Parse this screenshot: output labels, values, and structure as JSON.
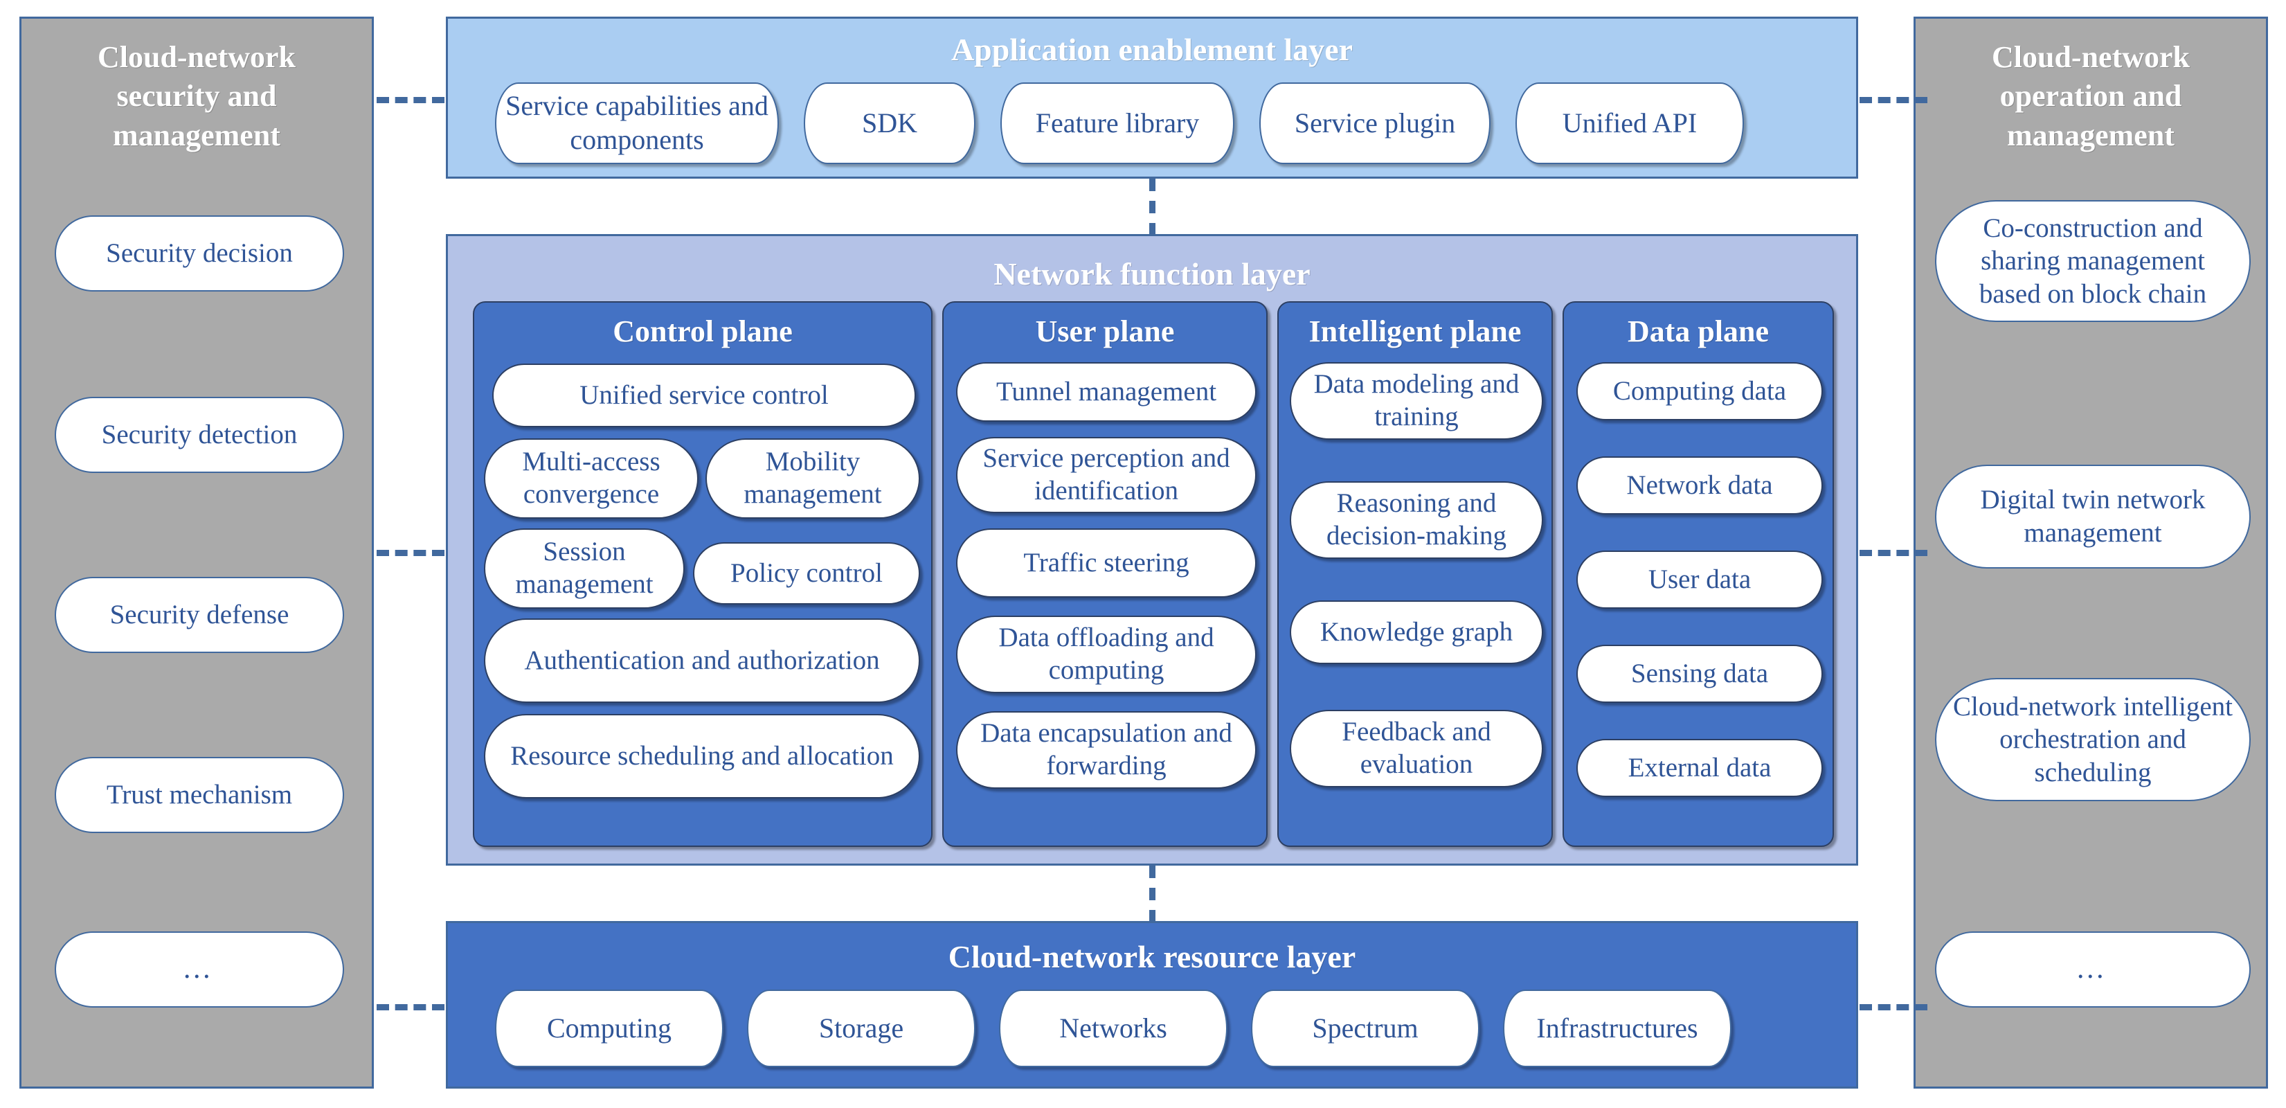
{
  "left_panel": {
    "title": "Cloud-network security and management",
    "items": [
      {
        "label": "Security decision"
      },
      {
        "label": "Security detection"
      },
      {
        "label": "Security defense"
      },
      {
        "label": "Trust mechanism"
      },
      {
        "label": "…"
      }
    ]
  },
  "right_panel": {
    "title": "Cloud-network operation and management",
    "items": [
      {
        "label": "Co-construction and sharing management based on block chain"
      },
      {
        "label": "Digital twin network management"
      },
      {
        "label": "Cloud-network intelligent orchestration and scheduling"
      },
      {
        "label": "…"
      }
    ]
  },
  "application_layer": {
    "title": "Application enablement layer",
    "items": [
      {
        "label": "Service capabilities and components"
      },
      {
        "label": "SDK"
      },
      {
        "label": "Feature library"
      },
      {
        "label": "Service plugin"
      },
      {
        "label": "Unified API"
      }
    ]
  },
  "network_function_layer": {
    "title": "Network function layer",
    "planes": [
      {
        "name": "Control plane",
        "items": [
          {
            "label": "Unified service control"
          },
          {
            "label": "Multi-access convergence"
          },
          {
            "label": "Mobility management"
          },
          {
            "label": "Session management"
          },
          {
            "label": "Policy control"
          },
          {
            "label": "Authentication and authorization"
          },
          {
            "label": "Resource scheduling and allocation"
          }
        ]
      },
      {
        "name": "User plane",
        "items": [
          {
            "label": "Tunnel management"
          },
          {
            "label": "Service perception and identification"
          },
          {
            "label": "Traffic steering"
          },
          {
            "label": "Data offloading and computing"
          },
          {
            "label": "Data encapsulation and forwarding"
          }
        ]
      },
      {
        "name": "Intelligent plane",
        "items": [
          {
            "label": "Data modeling and training"
          },
          {
            "label": "Reasoning and decision-making"
          },
          {
            "label": "Knowledge graph"
          },
          {
            "label": "Feedback and evaluation"
          }
        ]
      },
      {
        "name": "Data plane",
        "items": [
          {
            "label": "Computing data"
          },
          {
            "label": "Network data"
          },
          {
            "label": "User data"
          },
          {
            "label": "Sensing data"
          },
          {
            "label": "External data"
          }
        ]
      }
    ]
  },
  "resource_layer": {
    "title": "Cloud-network resource layer",
    "items": [
      {
        "label": "Computing"
      },
      {
        "label": "Storage"
      },
      {
        "label": "Networks"
      },
      {
        "label": "Spectrum"
      },
      {
        "label": "Infrastructures"
      }
    ]
  },
  "colors": {
    "panel_gray": "#aaaaaa",
    "border_blue": "#41699e",
    "app_layer_blue": "#aacdf2",
    "nf_layer_blue": "#b4c2e7",
    "plane_blue": "#4472c4",
    "text_blue": "#2f5496",
    "white": "#ffffff"
  }
}
